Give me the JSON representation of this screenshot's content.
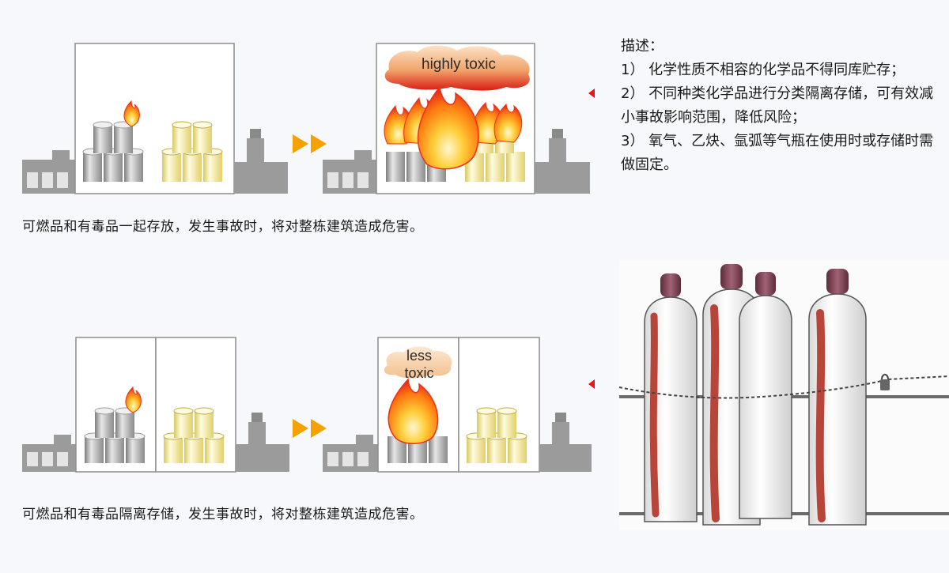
{
  "scene1": {
    "cloud_label": "highly toxic",
    "caption": "可燃品和有毒品一起存放，发生事故时，将对整栋建筑造成危害。"
  },
  "scene2": {
    "cloud_label_line1": "less",
    "cloud_label_line2": "toxic",
    "caption": "可燃品和有毒品隔离存储，发生事故时，将对整栋建筑造成危害。"
  },
  "description": {
    "heading": "描述：",
    "items": [
      "1） 化学性质不相容的化学品不得同库贮存；",
      "2） 不同种类化学品进行分类隔离存储，可有效减小事故影响范围，降低风险；",
      "3） 氧气、乙炔、氩弧等气瓶在使用时或存储时需做固定。"
    ]
  },
  "colors": {
    "building": "#9b9b9b",
    "building_dark": "#6e6e6e",
    "window": "#e4e4e4",
    "arrow": "#f5a200",
    "red_marker": "#e8141b",
    "gas_stripe": "#b8453a",
    "cap": "#8a4a5a"
  }
}
